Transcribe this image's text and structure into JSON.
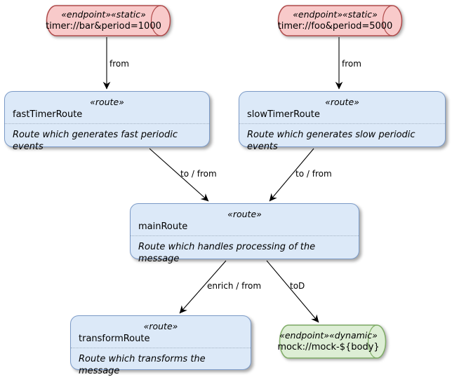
{
  "diagram": {
    "nodes": {
      "endpoint_bar": {
        "stereotype": "«endpoint»«static»",
        "label": "timer://bar&period=1000"
      },
      "endpoint_foo": {
        "stereotype": "«endpoint»«static»",
        "label": "timer://foo&period=5000"
      },
      "fast_route": {
        "stereotype": "«route»",
        "name": "fastTimerRoute",
        "description": "Route which generates fast periodic events"
      },
      "slow_route": {
        "stereotype": "«route»",
        "name": "slowTimerRoute",
        "description": "Route which generates slow periodic events"
      },
      "main_route": {
        "stereotype": "«route»",
        "name": "mainRoute",
        "description": "Route which handles processing of the message"
      },
      "transform_route": {
        "stereotype": "«route»",
        "name": "transformRoute",
        "description": "Route which transforms the message"
      },
      "endpoint_mock": {
        "stereotype": "«endpoint»«dynamic»",
        "label": "mock://mock-${body}"
      }
    },
    "edges": {
      "bar_to_fast": {
        "label": "from"
      },
      "foo_to_slow": {
        "label": "from"
      },
      "fast_to_main": {
        "label": "to / from"
      },
      "slow_to_main": {
        "label": "to / from"
      },
      "main_to_transform": {
        "label": "enrich / from"
      },
      "main_to_mock": {
        "label": "toD"
      }
    },
    "colors": {
      "endpoint_static_fill": "#F8CACA",
      "endpoint_static_border": "#B04B4B",
      "route_fill": "#DCE9F8",
      "route_border": "#7B9AC7",
      "route_separator": "#A3B2C2",
      "endpoint_dynamic_fill": "#DDEED5",
      "endpoint_dynamic_border": "#7FAC66",
      "edge_color": "#000000"
    }
  }
}
